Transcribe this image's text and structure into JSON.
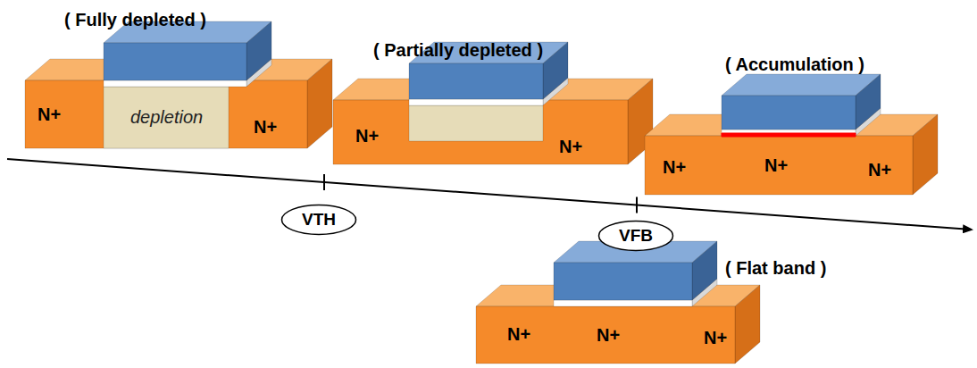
{
  "diagram": {
    "nodes": [
      {
        "text": [
          "VTH"
        ]
      },
      {
        "text": [
          "VFB"
        ]
      }
    ],
    "labels": [
      "( Fully depleted )",
      "N+",
      "depletion",
      "N+",
      "( Partially depleted )",
      "N+",
      "N+",
      "( Accumulation )",
      "N+",
      "N+",
      "N+",
      "( Flat band )",
      "N+",
      "N+",
      "N+"
    ]
  }
}
